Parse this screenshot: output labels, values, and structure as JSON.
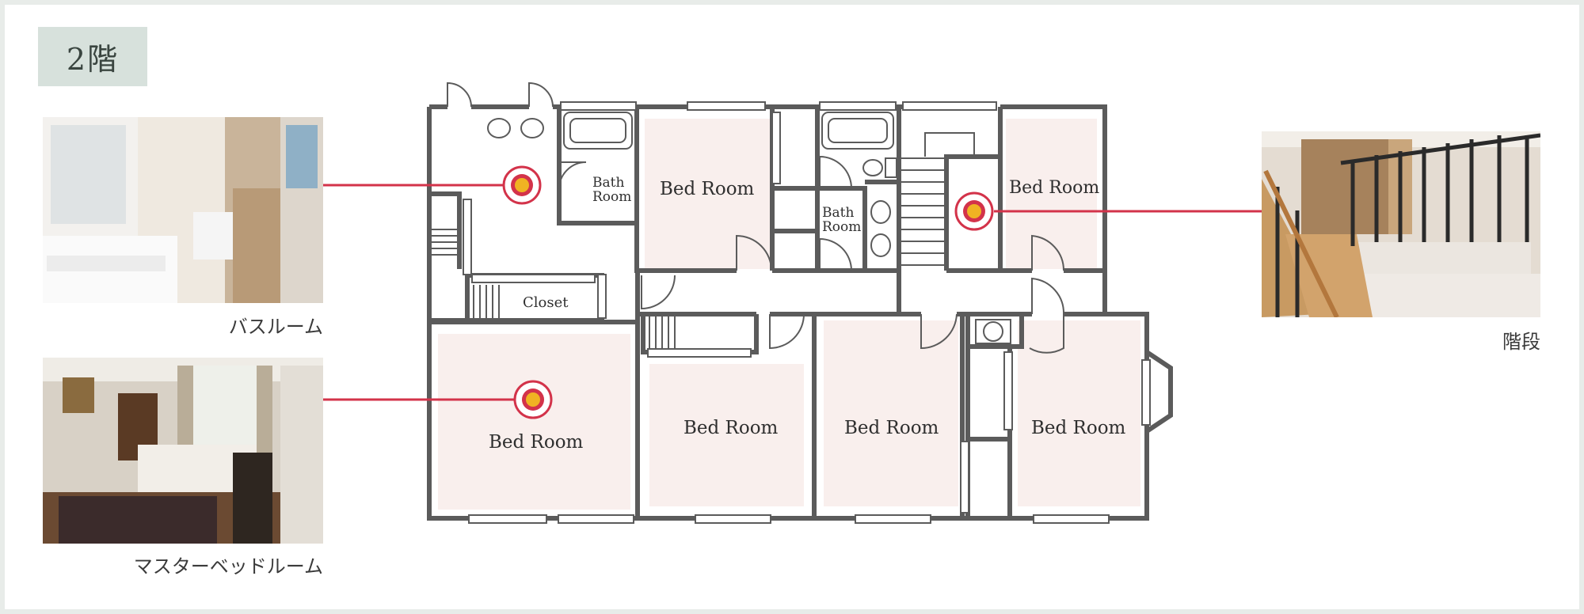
{
  "floor_label": "2階",
  "photos": {
    "bathroom": {
      "caption": "バスルーム"
    },
    "master_bedroom": {
      "caption": "マスターベッドルーム"
    },
    "stairs": {
      "caption": "階段"
    }
  },
  "rooms": {
    "bath_a_line1": "Bath",
    "bath_a_line2": "Room",
    "bath_b_line1": "Bath",
    "bath_b_line2": "Room",
    "bed_1": "Bed Room",
    "bed_2": "Bed Room",
    "closet": "Closet",
    "bed_master": "Bed Room",
    "bed_3": "Bed Room",
    "bed_4": "Bed Room",
    "bed_5": "Bed Room"
  },
  "colors": {
    "wall": "#5b5b5b",
    "room_fill": "#f9efed",
    "marker": "#d3334a",
    "marker_center": "#f0b323",
    "badge": "#d7e1dc"
  }
}
